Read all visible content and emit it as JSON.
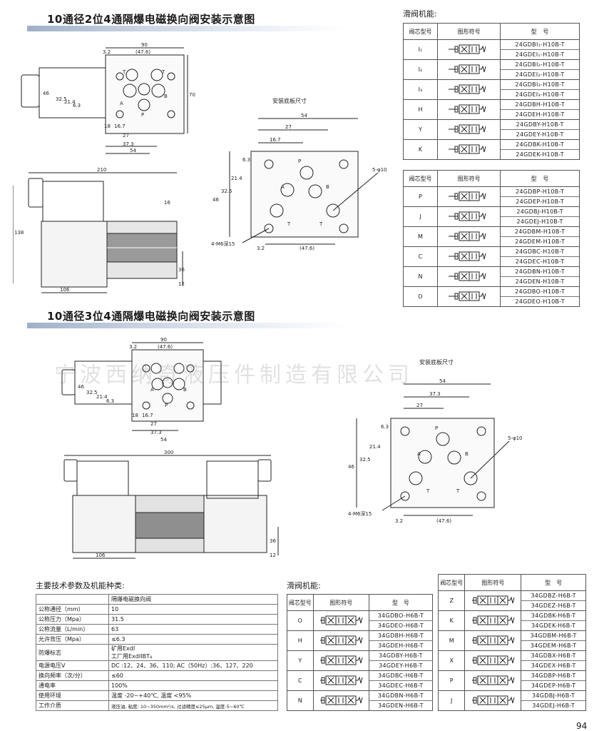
{
  "section1": {
    "title": "10通径2位4通隔爆电磁换向阀安装示意图"
  },
  "section2": {
    "title": "10通径3位4通隔爆电磁换向阀安装示意图"
  },
  "plate_caption": "安装底板尺寸",
  "watermark": "宁波西纳奇液压件制造有限公司",
  "page_number": "94",
  "dims_top": {
    "d90": "90",
    "d47_6": "(47.6)",
    "d3_2": "3.2",
    "d46": "46",
    "d70": "70",
    "d32_5": "32.5",
    "d21_4": "21.4",
    "d6_3": "6.3",
    "d18": "18",
    "d16_7": "16.7",
    "d27": "27",
    "d37_3": "37.3",
    "d54": "54",
    "d210": "210",
    "d16": "16",
    "d138": "138",
    "d36": "36",
    "d12": "12",
    "d106": "106",
    "d300": "300",
    "holes": "5-φ10",
    "thread": "4-M6深15",
    "port_T": "T",
    "port_A": "A",
    "port_B": "B",
    "port_P": "P"
  },
  "table_top": {
    "heading": "滑阀机能:",
    "headers": [
      "阀芯型号",
      "图形符号",
      "型　号"
    ],
    "rows": [
      {
        "core": "I₁",
        "models": [
          "24GDBI₁-H10B-T",
          "24GDEI₁-H10B-T"
        ]
      },
      {
        "core": "I₂",
        "models": [
          "24GDBI₂-H10B-T",
          "24GDEI₂-H10B-T"
        ]
      },
      {
        "core": "I₃",
        "models": [
          "24GDBI₃-H10B-T",
          "24GDEI₃-H10B-T"
        ]
      },
      {
        "core": "H",
        "models": [
          "24GDBH-H10B-T",
          "24GDEH-H10B-T"
        ]
      },
      {
        "core": "Y",
        "models": [
          "24GDBY-H10B-T",
          "24GDEY-H10B-T"
        ]
      },
      {
        "core": "K",
        "models": [
          "24GDBK-H10B-T",
          "24GDEK-H10B-T"
        ]
      }
    ]
  },
  "table_mid": {
    "headers": [
      "阀芯型号",
      "图形符号",
      "型　号"
    ],
    "rows": [
      {
        "core": "P",
        "models": [
          "24GDBP-H10B-T",
          "24GDEP-H10B-T"
        ]
      },
      {
        "core": "J",
        "models": [
          "24GDBJ-H10B-T",
          "24GDEJ-H10B-T"
        ]
      },
      {
        "core": "M",
        "models": [
          "24GDBM-H10B-T",
          "24GDEM-H10B-T"
        ]
      },
      {
        "core": "C",
        "models": [
          "24GDBC-H10B-T",
          "24GDEC-H10B-T"
        ]
      },
      {
        "core": "N",
        "models": [
          "24GDBN-H10B-T",
          "24GDEN-H10B-T"
        ]
      },
      {
        "core": "O",
        "models": [
          "24GDBO-H10B-T",
          "24GDEO-H10B-T"
        ]
      }
    ]
  },
  "specs": {
    "heading": "主要技术参数及机能种类:",
    "header_value": "隔爆电磁换向阀",
    "rows": [
      {
        "label": "公称通径（mm）",
        "value": "10"
      },
      {
        "label": "公称压力（Mpa）",
        "value": "31.5"
      },
      {
        "label": "公称流量（L/min）",
        "value": "63"
      },
      {
        "label": "允许背压（Mpa）",
        "value": "≤6.3"
      },
      {
        "label": "防爆标志",
        "value": "矿用ExdI",
        "value2": "工厂用ExdIIBT₄"
      },
      {
        "label": "电源电压V",
        "value": "DC :12、24、36、110; AC（50Hz）:36、127、220"
      },
      {
        "label": "换向频率（次/分）",
        "value": "≤60"
      },
      {
        "label": "通电率",
        "value": "100%"
      },
      {
        "label": "使用环境",
        "value": "温度 -20~+40℃, 温度 <95%"
      },
      {
        "label": "工作介质",
        "value": "液压油, 粘度: 10~350mm²/s, 过滤精度≤25μm, 温度-5~60℃"
      }
    ]
  },
  "table_bl": {
    "heading": "滑阀机能:",
    "headers": [
      "阀芯型号",
      "图形符号",
      "型　号"
    ],
    "rows": [
      {
        "core": "O",
        "models": [
          "34GDBO-H6B-T",
          "34GDEO-H6B-T"
        ]
      },
      {
        "core": "H",
        "models": [
          "34GDBH-H6B-T",
          "34GDEH-H6B-T"
        ]
      },
      {
        "core": "Y",
        "models": [
          "34GDBY-H6B-T",
          "34GDEY-H6B-T"
        ]
      },
      {
        "core": "C",
        "models": [
          "34GDBC-H6B-T",
          "34GDEC-H6B-T"
        ]
      },
      {
        "core": "N",
        "models": [
          "34GDBN-H6B-T",
          "34GDEN-H6B-T"
        ]
      }
    ]
  },
  "table_br": {
    "headers": [
      "阀芯型号",
      "图形符号",
      "型　号"
    ],
    "rows": [
      {
        "core": "Z",
        "models": [
          "34GDBZ-H6B-T",
          "34GDEZ-H6B-T"
        ]
      },
      {
        "core": "K",
        "models": [
          "34GDBK-H6B-T",
          "34GDEK-H6B-T"
        ]
      },
      {
        "core": "M",
        "models": [
          "34GDBM-H6B-T",
          "34GDEM-H6B-T"
        ]
      },
      {
        "core": "X",
        "models": [
          "34GDBX-H6B-T",
          "34GDEX-H6B-T"
        ]
      },
      {
        "core": "P",
        "models": [
          "34GDBP-H6B-T",
          "34GDEP-H6B-T"
        ]
      },
      {
        "core": "J",
        "models": [
          "34GDBJ-H6B-T",
          "34GDEJ-H6B-T"
        ]
      }
    ]
  }
}
